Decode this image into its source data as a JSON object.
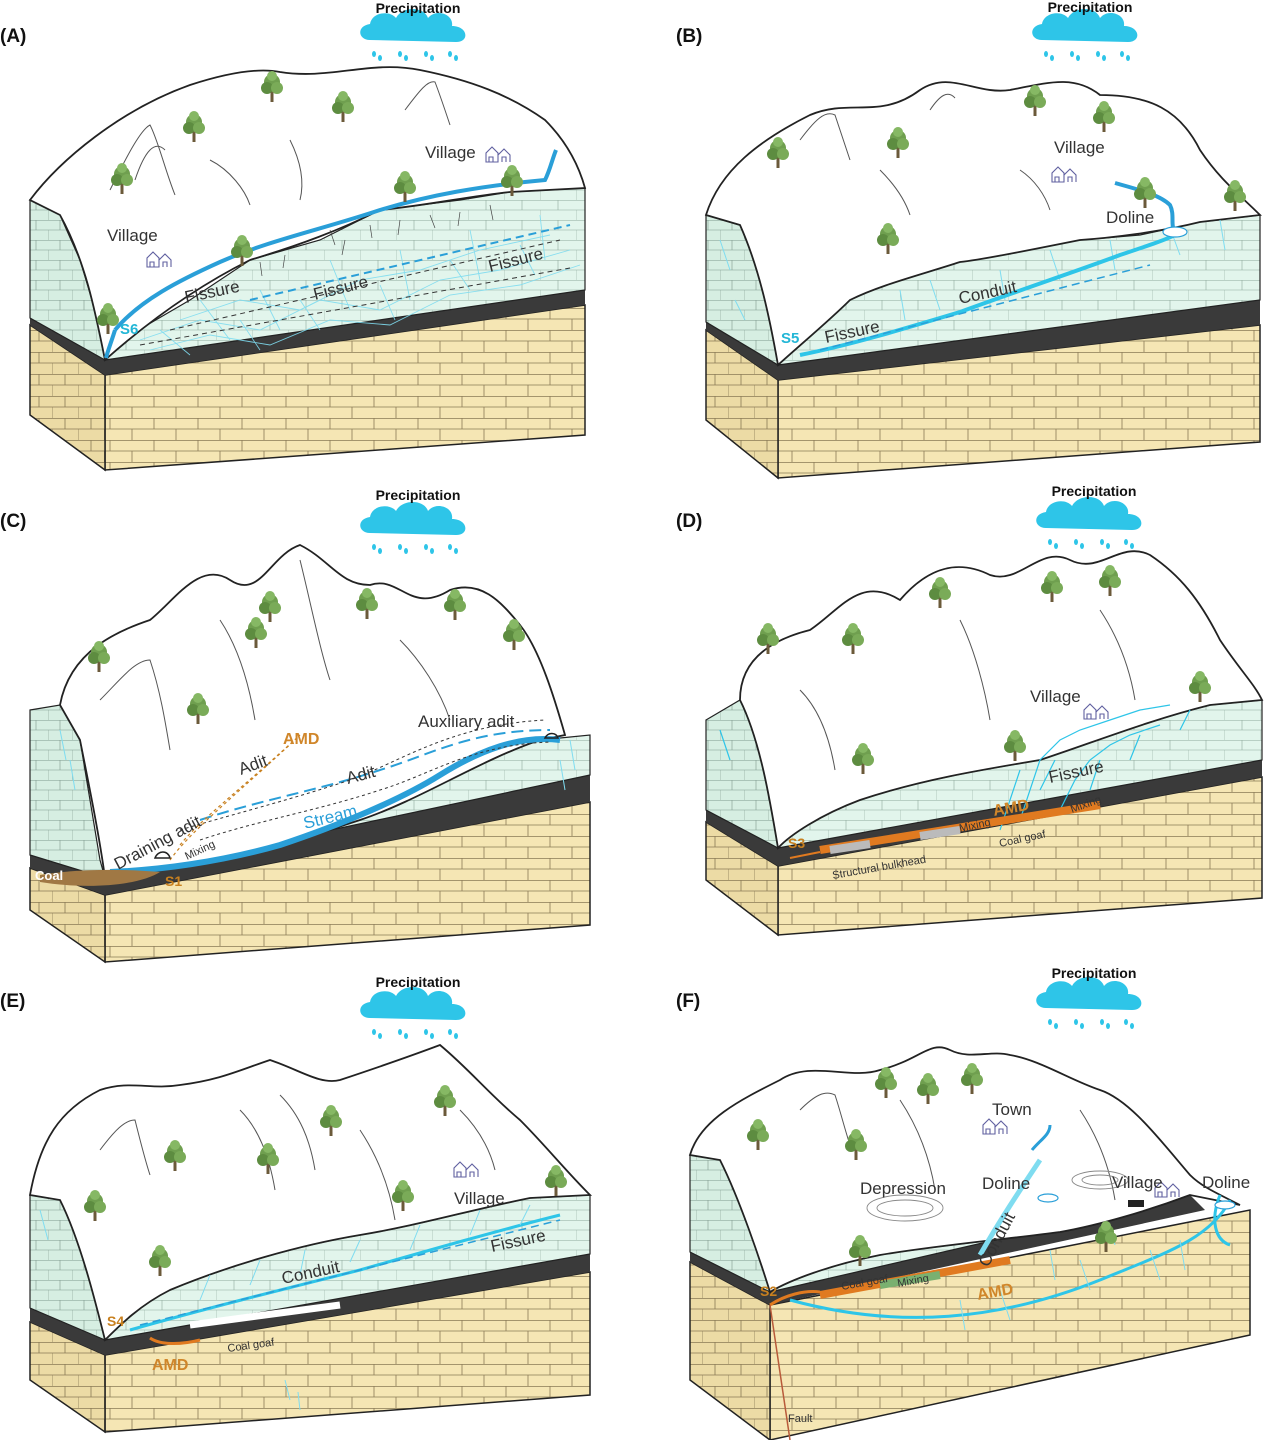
{
  "precipitation_label": "Precipitation",
  "panels": {
    "A": {
      "letter": "(A)",
      "labels": {
        "village_1": "Village",
        "village_2": "Village",
        "fissure_1": "Fissure",
        "fissure_2": "Fissure",
        "fissure_3": "Fissure",
        "site": "S6"
      }
    },
    "B": {
      "letter": "(B)",
      "labels": {
        "village": "Village",
        "doline": "Doline",
        "conduit": "Conduit",
        "fissure": "Fissure",
        "site": "S5"
      }
    },
    "C": {
      "letter": "(C)",
      "labels": {
        "auxiliary_adit": "Auxiliary adit",
        "amd": "AMD",
        "adit_1": "Adit",
        "adit_2": "Adit",
        "draining_adit": "Draining adit",
        "mixing": "Mixing",
        "stream": "Stream",
        "coal": "Coal",
        "site": "S1"
      }
    },
    "D": {
      "letter": "(D)",
      "labels": {
        "village": "Village",
        "fissure": "Fissure",
        "amd": "AMD",
        "mixing_1": "Mixing",
        "mixing_2": "Mixing",
        "coal_goaf": "Coal goaf",
        "structural_bulkhead": "Structural bulkhead",
        "site": "S3"
      }
    },
    "E": {
      "letter": "(E)",
      "labels": {
        "village": "Village",
        "conduit": "Conduit",
        "fissure": "Fissure",
        "coal_goaf": "Coal goaf",
        "amd": "AMD",
        "site": "S4"
      }
    },
    "F": {
      "letter": "(F)",
      "labels": {
        "town": "Town",
        "doline_1": "Doline",
        "doline_2": "Doline",
        "village": "Village",
        "depression": "Depression",
        "conduit": "Conduit",
        "amd": "AMD",
        "coal_goaf": "Coal goaf",
        "mixing": "Mixing",
        "fault": "Fault",
        "site": "S2"
      }
    }
  },
  "colors": {
    "limestone": "#e2f5ec",
    "sandstone": "#f5e6b4",
    "coal": "#3a3a3a",
    "water": "#2a9fd8",
    "fissure_water": "#7fdcf0",
    "amd": "#d0862a",
    "cloud": "#2ec5e8"
  }
}
